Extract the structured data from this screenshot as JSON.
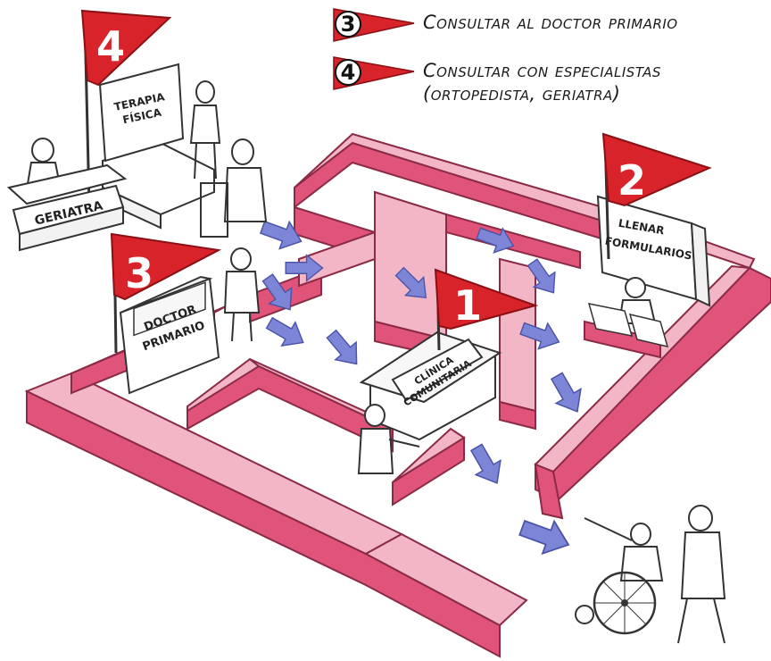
{
  "legend": [
    {
      "number": "3",
      "lines": [
        "Consultar al doctor primario"
      ]
    },
    {
      "number": "4",
      "lines": [
        "Consultar con especialistas",
        "(ortopedista, geriatra)"
      ]
    }
  ],
  "flags": [
    {
      "number": "1",
      "label_lines": [
        "CLÍNICA",
        "COMUNITARIA"
      ]
    },
    {
      "number": "2",
      "label_lines": [
        "LLENAR",
        "FORMULARIOS"
      ]
    },
    {
      "number": "3",
      "label_lines": [
        "DOCTOR",
        "PRIMARIO"
      ]
    },
    {
      "number": "4",
      "label_lines": [
        "TERAPIA",
        "FÍSICA"
      ]
    }
  ],
  "signs": {
    "geriatra": "GERIATRA"
  },
  "colors": {
    "flag_red": "#d8232a",
    "maze_top": "#f3b6c6",
    "maze_side": "#e0547a",
    "maze_dark": "#c93a61",
    "arrow_fill": "#7d86d6",
    "arrow_stroke": "#4a53a8"
  }
}
